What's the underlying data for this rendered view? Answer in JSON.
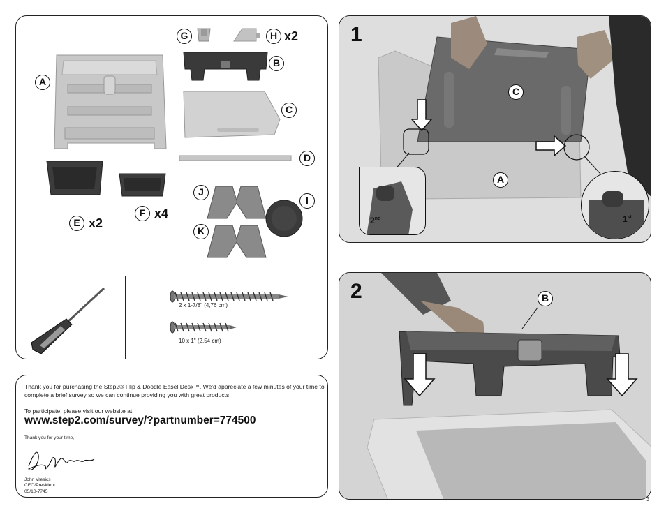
{
  "parts": {
    "labels": {
      "A": "A",
      "B": "B",
      "C": "C",
      "D": "D",
      "E": "E",
      "F": "F",
      "G": "G",
      "H": "H",
      "I": "I",
      "J": "J",
      "K": "K"
    },
    "quantities": {
      "E": "x2",
      "F": "x4",
      "H": "x2"
    }
  },
  "hardware": {
    "screws": [
      {
        "caption": "2 x 1-7/8\" (4,76 cm)"
      },
      {
        "caption": "10 x 1\" (2,54 cm)"
      }
    ],
    "tool": {
      "icon": "phillips-screwdriver-icon"
    }
  },
  "step1": {
    "number": "1",
    "labels": {
      "C": "C",
      "A": "A"
    },
    "insets": [
      {
        "order": "2",
        "suffix": "nd"
      },
      {
        "order": "1",
        "suffix": "st"
      }
    ]
  },
  "step2": {
    "number": "2",
    "labels": {
      "B": "B"
    }
  },
  "survey": {
    "intro": "Thank you for purchasing the Step2® Flip & Doodle Easel Desk™. We'd appreciate a few minutes of your time to complete a brief survey so we can continue providing you with great products.",
    "participate": "To participate, please visit our website at:",
    "url": "www.step2.com/survey/?partnumber=774500",
    "closing": "Thank you for your time,",
    "signature_name": "John Vresics",
    "signer_title": "CEO/President",
    "doc_code": "05/10-7745"
  },
  "page_number": "3",
  "colors": {
    "ink": "#111111",
    "part_light": "#c9c9c9",
    "part_dark": "#3a3a3a",
    "photo_bg": "#d8d8d8"
  }
}
